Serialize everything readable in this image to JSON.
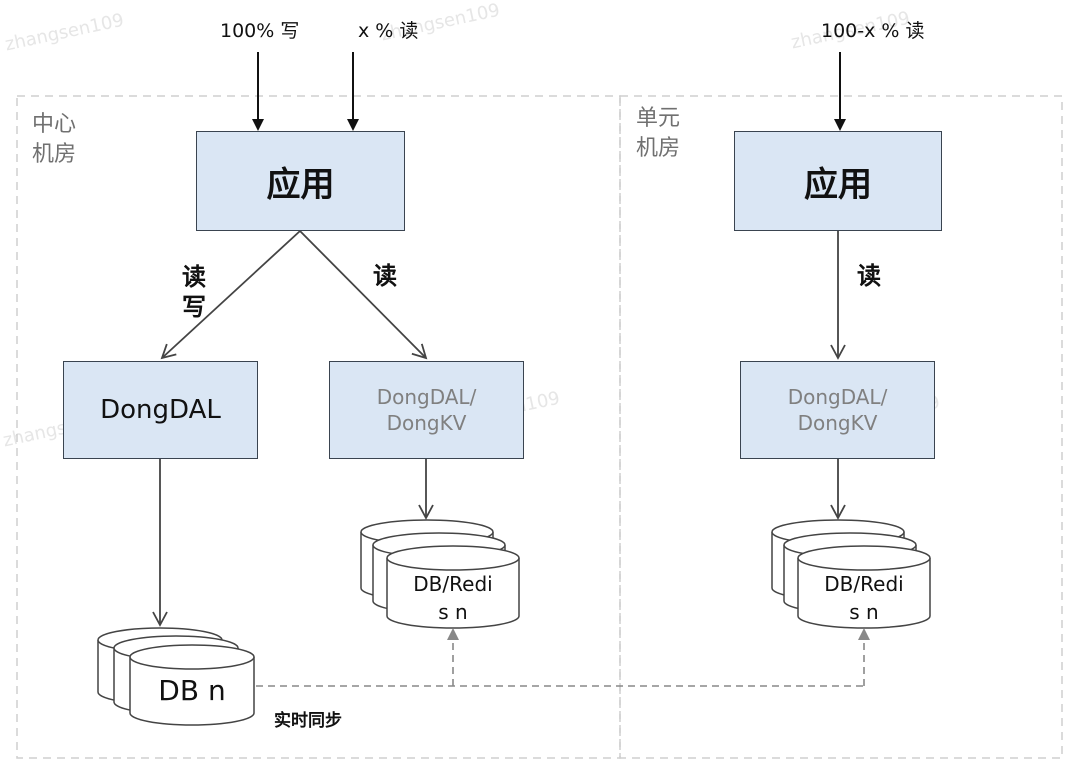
{
  "inputs": {
    "write_100": "100% 写",
    "read_x": "x % 读",
    "read_100_minus_x": "100-x % 读"
  },
  "regions": {
    "center": {
      "title": "中心机房"
    },
    "unit": {
      "title": "单元机房"
    }
  },
  "nodes": {
    "center_app": "应用",
    "unit_app": "应用",
    "center_dongdal": "DongDAL",
    "center_kv_line1": "DongDAL/",
    "center_kv_line2": "DongKV",
    "unit_kv_line1": "DongDAL/",
    "unit_kv_line2": "DongKV",
    "center_db": "DB n",
    "center_redis_line1": "DB/Redi",
    "center_redis_line2": "s n",
    "unit_redis_line1": "DB/Redi",
    "unit_redis_line2": "s n"
  },
  "edges": {
    "read_write": "读写",
    "center_read": "读",
    "unit_read": "读",
    "realtime_sync": "实时同步"
  },
  "watermark": "zhangsen109",
  "colors": {
    "box_fill": "#dae6f4",
    "box_border": "#3a4450",
    "region_border": "#cfcfcf",
    "region_title": "#707070",
    "dashed_arrow": "#888888"
  }
}
